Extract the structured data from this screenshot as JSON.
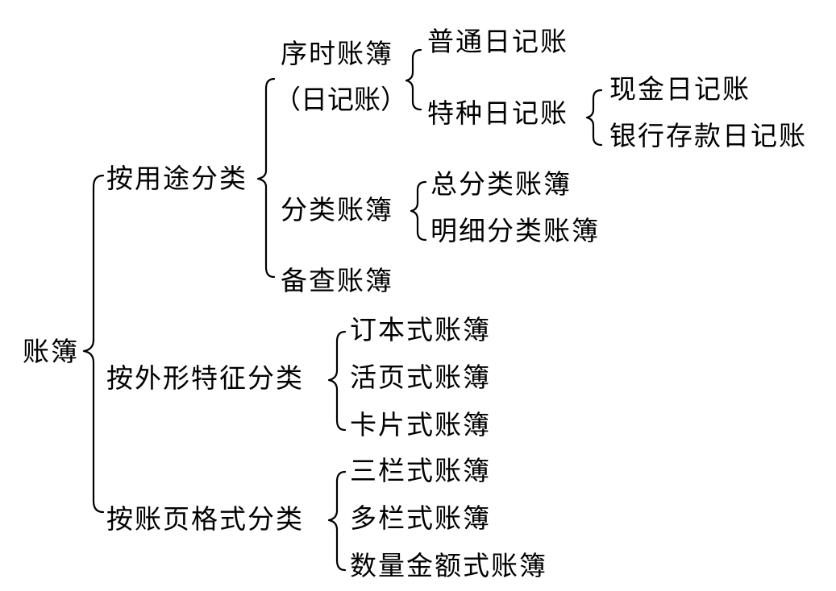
{
  "root": "账簿",
  "by_use": {
    "label": "按用途分类",
    "sequential": {
      "line1": "序时账簿",
      "line2": "（日记账）",
      "general": "普通日记账",
      "special": {
        "label": "特种日记账",
        "cash": "现金日记账",
        "bank": "银行存款日记账"
      }
    },
    "classified": {
      "label": "分类账簿",
      "general_ledger": "总分类账簿",
      "subsidiary": "明细分类账簿"
    },
    "memo": "备查账簿"
  },
  "by_form": {
    "label": "按外形特征分类",
    "items": [
      "订本式账簿",
      "活页式账簿",
      "卡片式账簿"
    ]
  },
  "by_format": {
    "label": "按账页格式分类",
    "items": [
      "三栏式账簿",
      "多栏式账簿",
      "数量金额式账簿"
    ]
  }
}
